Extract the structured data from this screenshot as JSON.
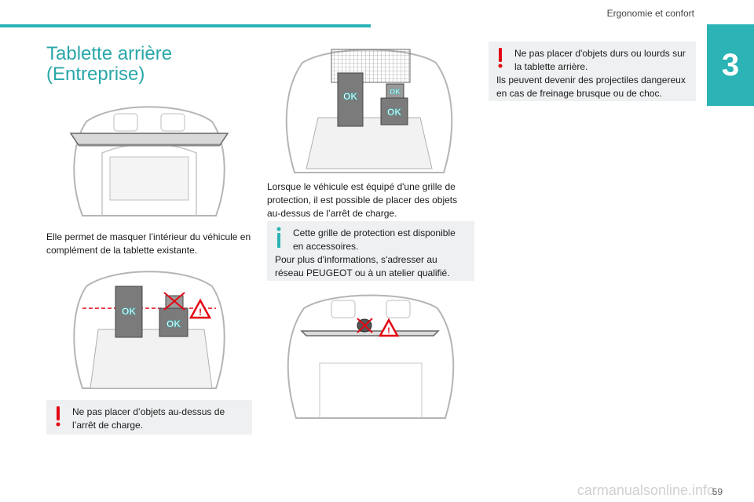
{
  "header": {
    "title": "Ergonomie et confort",
    "chapter": "3"
  },
  "section": {
    "title": "Tablette arrière (Entreprise)"
  },
  "left": {
    "para1": "Elle permet de masquer l’intérieur du véhicule en complément de la tablette existante.",
    "warning": "Ne pas placer d’objets au-dessus de l’arrêt de charge."
  },
  "middle": {
    "para1": "Lorsque le véhicule est équipé d'une grille de protection, il est possible de placer des objets au-dessus de l’arrêt de charge.",
    "info_line1": "Cette grille de protection est disponible en accessoires.",
    "info_line2": "Pour plus d'informations, s'adresser au réseau PEUGEOT ou à un atelier qualifié."
  },
  "right": {
    "warning_line1": "Ne pas placer d'objets durs ou lourds sur la tablette arrière.",
    "warning_line2": "Ils peuvent devenir des projectiles dangereux en cas de freinage brusque ou de choc."
  },
  "figures": {
    "ok_label": "OK"
  },
  "footer": {
    "page_number": "59",
    "watermark": "carmanualsonline.info"
  },
  "colors": {
    "accent": "#2bb3b5",
    "warning": "#e30613",
    "info": "#2bb3b5",
    "note_bg": "#eef0f1"
  }
}
